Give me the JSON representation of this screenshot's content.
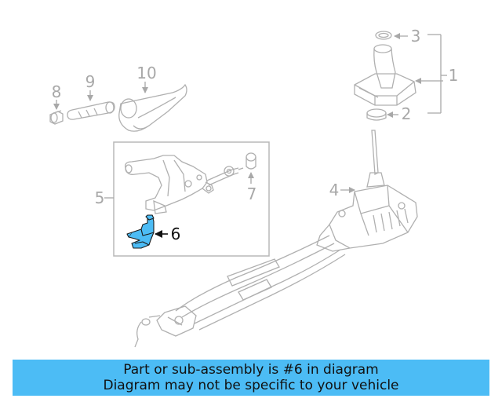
{
  "callouts": {
    "c1": "1",
    "c2": "2",
    "c3": "3",
    "c4": "4",
    "c5": "5",
    "c6": "6",
    "c7": "7",
    "c8": "8",
    "c9": "9",
    "c10": "10"
  },
  "highlight_color": "#4cbcf5",
  "banner": {
    "line1": "Part or sub-assembly is #6 in diagram",
    "line2": "Diagram may not be specific to your vehicle"
  }
}
